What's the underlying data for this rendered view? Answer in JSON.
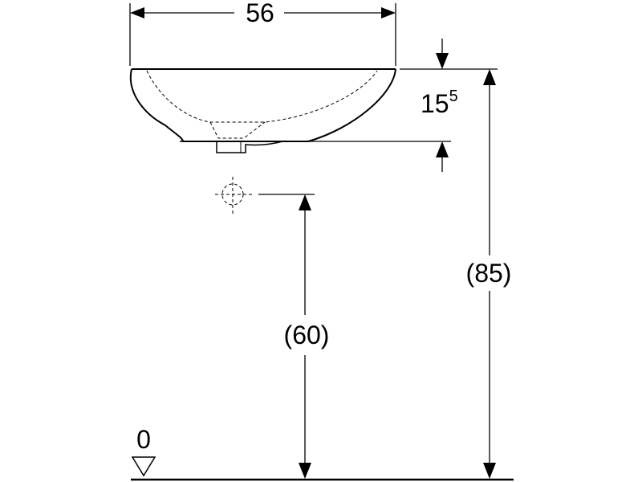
{
  "diagram": {
    "width_label": "56",
    "thickness_label_main": "15",
    "thickness_label_sup": "5",
    "drain_height_label": "(60)",
    "rim_height_label": "(85)",
    "floor_label": "0"
  },
  "colors": {
    "line": "#000000",
    "background": "#ffffff"
  }
}
